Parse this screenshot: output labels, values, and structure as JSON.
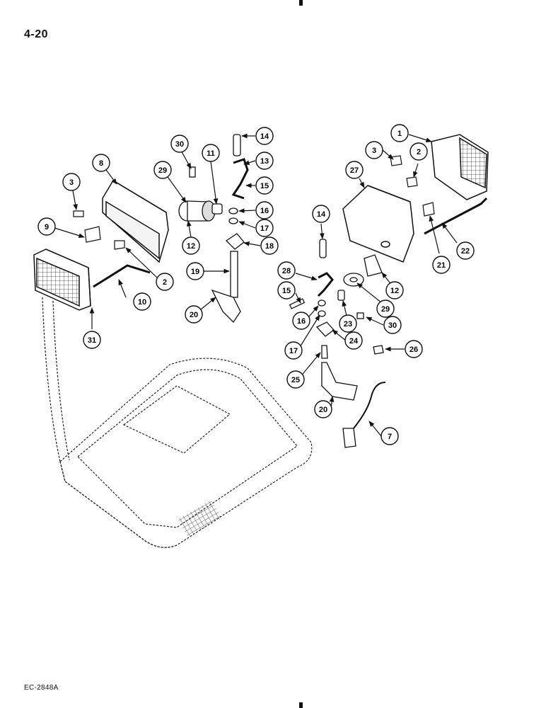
{
  "page_number": "4-20",
  "figure_code": "EC-2848A",
  "callouts": [
    {
      "label": "14"
    },
    {
      "label": "13"
    },
    {
      "label": "15"
    },
    {
      "label": "16"
    },
    {
      "label": "17"
    },
    {
      "label": "18"
    },
    {
      "label": "11"
    },
    {
      "label": "30"
    },
    {
      "label": "29"
    },
    {
      "label": "12"
    },
    {
      "label": "19"
    },
    {
      "label": "20"
    },
    {
      "label": "8"
    },
    {
      "label": "3"
    },
    {
      "label": "9"
    },
    {
      "label": "2"
    },
    {
      "label": "10"
    },
    {
      "label": "31"
    },
    {
      "label": "1"
    },
    {
      "label": "3"
    },
    {
      "label": "2"
    },
    {
      "label": "27"
    },
    {
      "label": "22"
    },
    {
      "label": "21"
    },
    {
      "label": "14"
    },
    {
      "label": "28"
    },
    {
      "label": "15"
    },
    {
      "label": "12"
    },
    {
      "label": "29"
    },
    {
      "label": "30"
    },
    {
      "label": "23"
    },
    {
      "label": "16"
    },
    {
      "label": "24"
    },
    {
      "label": "17"
    },
    {
      "label": "26"
    },
    {
      "label": "25"
    },
    {
      "label": "20"
    },
    {
      "label": "7"
    }
  ]
}
